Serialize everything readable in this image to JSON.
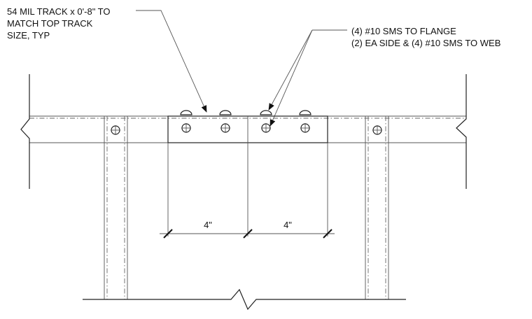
{
  "notes": {
    "track_note": [
      "54 MIL TRACK x 0'-8\" TO",
      "MATCH TOP TRACK",
      "SIZE, TYP"
    ],
    "screw_note": [
      "(4) #10 SMS TO FLANGE",
      "(2) EA SIDE & (4) #10 SMS TO WEB"
    ]
  },
  "dimensions": {
    "left": "4\"",
    "right": "4\""
  }
}
